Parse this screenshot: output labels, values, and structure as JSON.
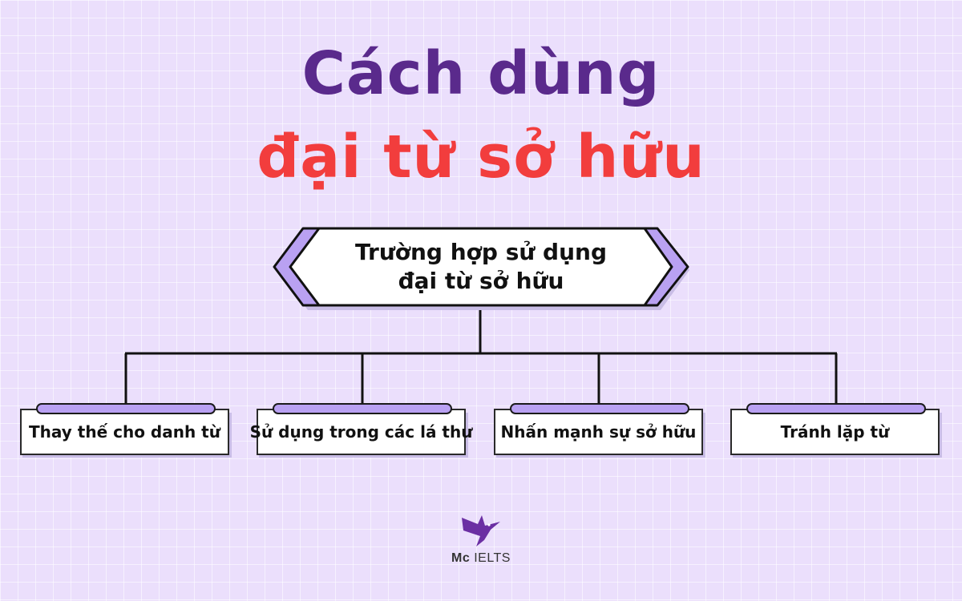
{
  "title": {
    "line1": "Cách dùng",
    "line2": "đại từ sở hữu"
  },
  "root": {
    "line1": "Trường hợp sử dụng",
    "line2": "đại từ sở hữu"
  },
  "children": [
    "Thay thế cho danh từ",
    "Sử dụng trong các lá thư",
    "Nhấn mạnh sự sở hữu",
    "Tránh lặp từ"
  ],
  "logo": {
    "prefix": "Mc",
    "name": "IELTS"
  },
  "colors": {
    "background": "#ebdffc",
    "title_line1": "#5a2a8c",
    "title_line2": "#f23d3d",
    "accent_purple": "#b9a1f2",
    "node_shadow": "#c9bde6",
    "line": "#111111"
  }
}
